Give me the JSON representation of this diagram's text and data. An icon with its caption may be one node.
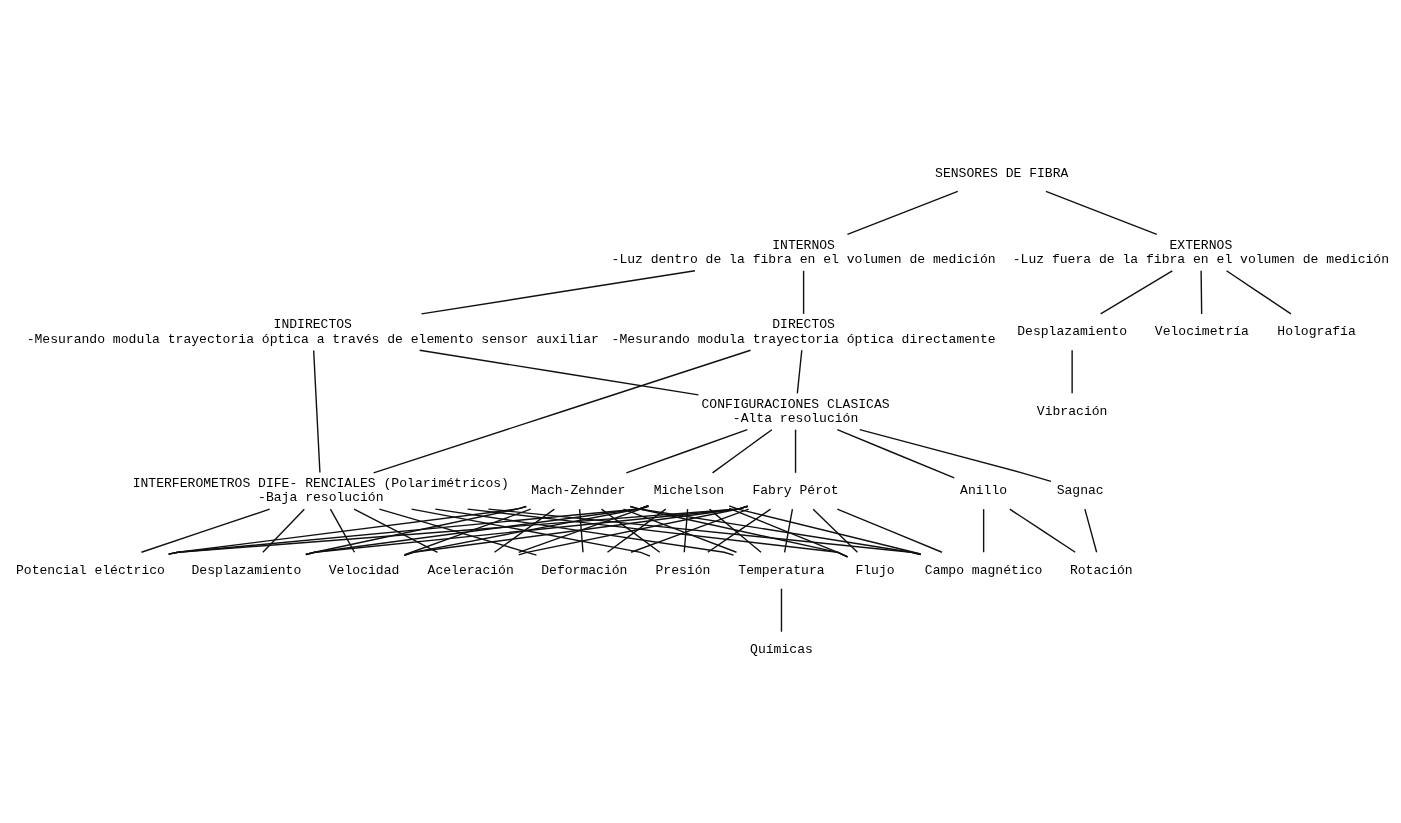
{
  "diagram": {
    "nodes": [
      {
        "text": [
          "SENSORES DE FIBRA"
        ]
      },
      {
        "text": [
          "INTERNOS",
          "-Luz dentro de la fibra en el volumen de medición"
        ]
      },
      {
        "text": [
          "EXTERNOS",
          "-Luz fuera de la fibra en el volumen de medición"
        ]
      },
      {
        "text": [
          "DIRECTOS",
          "-Mesurando modula trayectoria óptica directamente"
        ]
      },
      {
        "text": [
          "INDIRECTOS",
          "-Mesurando modula trayectoria óptica a través de elemento sensor auxiliar"
        ]
      },
      {
        "text": [
          "INTERFEROMETROS DIFE- RENCIALES (Polarimétricos)",
          "-Baja resolución"
        ]
      },
      {
        "text": [
          "CONFIGURACIONES CLASICAS",
          "-Alta resolución"
        ]
      },
      {
        "text": [
          "Mach-Zehnder"
        ]
      },
      {
        "text": [
          "Michelson"
        ]
      },
      {
        "text": [
          "Fabry Pérot"
        ]
      },
      {
        "text": [
          "Anillo"
        ]
      },
      {
        "text": [
          "Sagnac"
        ]
      },
      {
        "text": [
          "Desplazamiento"
        ]
      },
      {
        "text": [
          "Velocidad"
        ]
      },
      {
        "text": [
          "Aceleración"
        ]
      },
      {
        "text": [
          "Deformación"
        ]
      },
      {
        "text": [
          "Presión"
        ]
      },
      {
        "text": [
          "Temperatura"
        ]
      },
      {
        "text": [
          "Químicas"
        ]
      },
      {
        "text": [
          "Flujo"
        ]
      },
      {
        "text": [
          "Potencial eléctrico"
        ]
      },
      {
        "text": [
          "Campo magnético"
        ]
      },
      {
        "text": [
          "Rotación"
        ]
      },
      {
        "text": [
          "Desplazamiento"
        ]
      },
      {
        "text": [
          "Vibración"
        ]
      },
      {
        "text": [
          "Velocimetría"
        ]
      },
      {
        "text": [
          "Holografía"
        ]
      }
    ],
    "edges": [
      {
        "from": 0,
        "to": 1,
        "arrow": "none"
      },
      {
        "from": 0,
        "to": 2,
        "arrow": "none"
      },
      {
        "from": 1,
        "to": 3,
        "arrow": "none"
      },
      {
        "from": 1,
        "to": 4,
        "arrow": "none"
      },
      {
        "from": 3,
        "to": 5,
        "arrow": "none"
      },
      {
        "from": 4,
        "to": 5,
        "arrow": "none"
      },
      {
        "from": 3,
        "to": 6,
        "arrow": "none"
      },
      {
        "from": 4,
        "to": 6,
        "arrow": "none"
      },
      {
        "from": 6,
        "to": 7,
        "arrow": "none"
      },
      {
        "from": 6,
        "to": 8,
        "arrow": "none"
      },
      {
        "from": 6,
        "to": 9,
        "arrow": "none"
      },
      {
        "from": 6,
        "to": 10,
        "arrow": "none"
      },
      {
        "from": 6,
        "to": 11,
        "arrow": "none"
      },
      {
        "from": 5,
        "to": 12,
        "arrow": "none"
      },
      {
        "from": 5,
        "to": 13,
        "arrow": "none"
      },
      {
        "from": 5,
        "to": 14,
        "arrow": "none"
      },
      {
        "from": 5,
        "to": 15,
        "arrow": "none"
      },
      {
        "from": 5,
        "to": 16,
        "arrow": "none"
      },
      {
        "from": 5,
        "to": 17,
        "arrow": "none"
      },
      {
        "from": 5,
        "to": 19,
        "arrow": "none"
      },
      {
        "from": 5,
        "to": 20,
        "arrow": "none"
      },
      {
        "from": 5,
        "to": 21,
        "arrow": "none"
      },
      {
        "from": 7,
        "to": 12,
        "arrow": "none"
      },
      {
        "from": 7,
        "to": 13,
        "arrow": "none"
      },
      {
        "from": 7,
        "to": 14,
        "arrow": "none"
      },
      {
        "from": 7,
        "to": 15,
        "arrow": "none"
      },
      {
        "from": 7,
        "to": 16,
        "arrow": "none"
      },
      {
        "from": 7,
        "to": 17,
        "arrow": "none"
      },
      {
        "from": 7,
        "to": 19,
        "arrow": "none"
      },
      {
        "from": 7,
        "to": 20,
        "arrow": "none"
      },
      {
        "from": 7,
        "to": 21,
        "arrow": "none"
      },
      {
        "from": 8,
        "to": 12,
        "arrow": "none"
      },
      {
        "from": 8,
        "to": 13,
        "arrow": "none"
      },
      {
        "from": 8,
        "to": 14,
        "arrow": "none"
      },
      {
        "from": 8,
        "to": 15,
        "arrow": "none"
      },
      {
        "from": 8,
        "to": 16,
        "arrow": "none"
      },
      {
        "from": 8,
        "to": 17,
        "arrow": "none"
      },
      {
        "from": 8,
        "to": 19,
        "arrow": "none"
      },
      {
        "from": 8,
        "to": 20,
        "arrow": "none"
      },
      {
        "from": 8,
        "to": 21,
        "arrow": "none"
      },
      {
        "from": 9,
        "to": 12,
        "arrow": "none"
      },
      {
        "from": 9,
        "to": 13,
        "arrow": "none"
      },
      {
        "from": 9,
        "to": 14,
        "arrow": "none"
      },
      {
        "from": 9,
        "to": 15,
        "arrow": "none"
      },
      {
        "from": 9,
        "to": 16,
        "arrow": "none"
      },
      {
        "from": 9,
        "to": 17,
        "arrow": "none"
      },
      {
        "from": 9,
        "to": 19,
        "arrow": "none"
      },
      {
        "from": 9,
        "to": 20,
        "arrow": "none"
      },
      {
        "from": 9,
        "to": 21,
        "arrow": "none"
      },
      {
        "from": 10,
        "to": 21,
        "arrow": "none"
      },
      {
        "from": 10,
        "to": 22,
        "arrow": "none"
      },
      {
        "from": 11,
        "to": 22,
        "arrow": "none"
      },
      {
        "from": 17,
        "to": 18,
        "arrow": "none"
      },
      {
        "from": 2,
        "to": 23,
        "arrow": "none"
      },
      {
        "from": 2,
        "to": 25,
        "arrow": "none"
      },
      {
        "from": 2,
        "to": 26,
        "arrow": "none"
      },
      {
        "from": 23,
        "to": 24,
        "arrow": "none"
      }
    ]
  }
}
